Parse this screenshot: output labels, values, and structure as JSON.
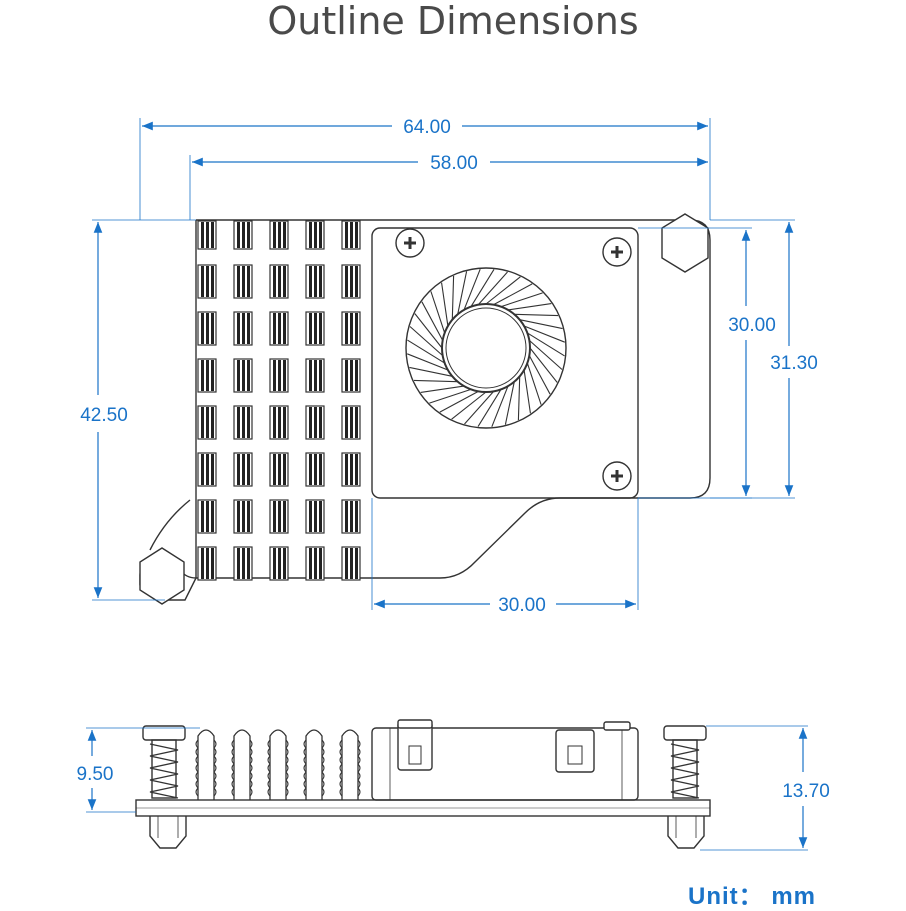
{
  "title": "Outline Dimensions",
  "unit_label": "Unit： mm",
  "top_view": {
    "overall_width": "64.00",
    "inner_width": "58.00",
    "overall_height": "42.50",
    "fan_height": "30.00",
    "fan_height_outer": "31.30",
    "fan_width": "30.00"
  },
  "side_view": {
    "heatsink_height": "9.50",
    "total_height": "13.70"
  },
  "colors": {
    "dimension": "#1a73c8",
    "outline": "#333333",
    "title": "#4a4a4a"
  }
}
